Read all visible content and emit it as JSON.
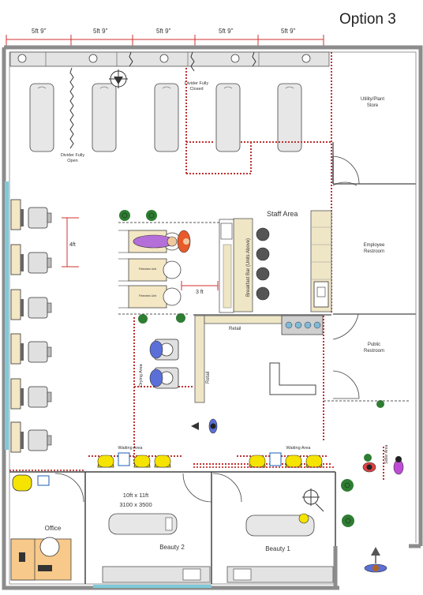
{
  "title": "Option 3",
  "dimensions": [
    "5ft 9\"",
    "5ft 9\"",
    "5ft 9\"",
    "5ft 9\"",
    "5ft 9\""
  ],
  "labels": {
    "divider_open": [
      "Divider Fully",
      "Open"
    ],
    "divider_closed": [
      "Divider Fully",
      "Closed"
    ],
    "utility": [
      "Utility/Plant",
      "Store"
    ],
    "staff_area": "Staff Area",
    "employee_restroom": [
      "Employee",
      "Restroom"
    ],
    "public_restroom": [
      "Public",
      "Restroom"
    ],
    "breakfast_bar": "Breakfast Bar (Units Above)",
    "retail_top": "Retail",
    "retail_side": "Retail",
    "drying_area": "Drying Area",
    "waiting_left": "Waiting Area",
    "waiting_right": "Waiting Area",
    "seller_area": "Seller Area",
    "office": "Office",
    "beauty2": "Beauty 2",
    "beauty1": "Beauty 1",
    "room_size": "10ft x 11ft",
    "room_size_mm": "3100 x 3500",
    "dim_4ft": "4ft",
    "dim_3ft": "3 ft",
    "basin_tag": "Fibreview Unit"
  },
  "colors": {
    "wall": "#8c8c8c",
    "dim": "#d23030",
    "chair_yellow": "#f5e300",
    "cabinet": "#efe6c6",
    "desk": "#f7c98a",
    "plant": "#2e7d32",
    "window": "#7fc9d9"
  }
}
